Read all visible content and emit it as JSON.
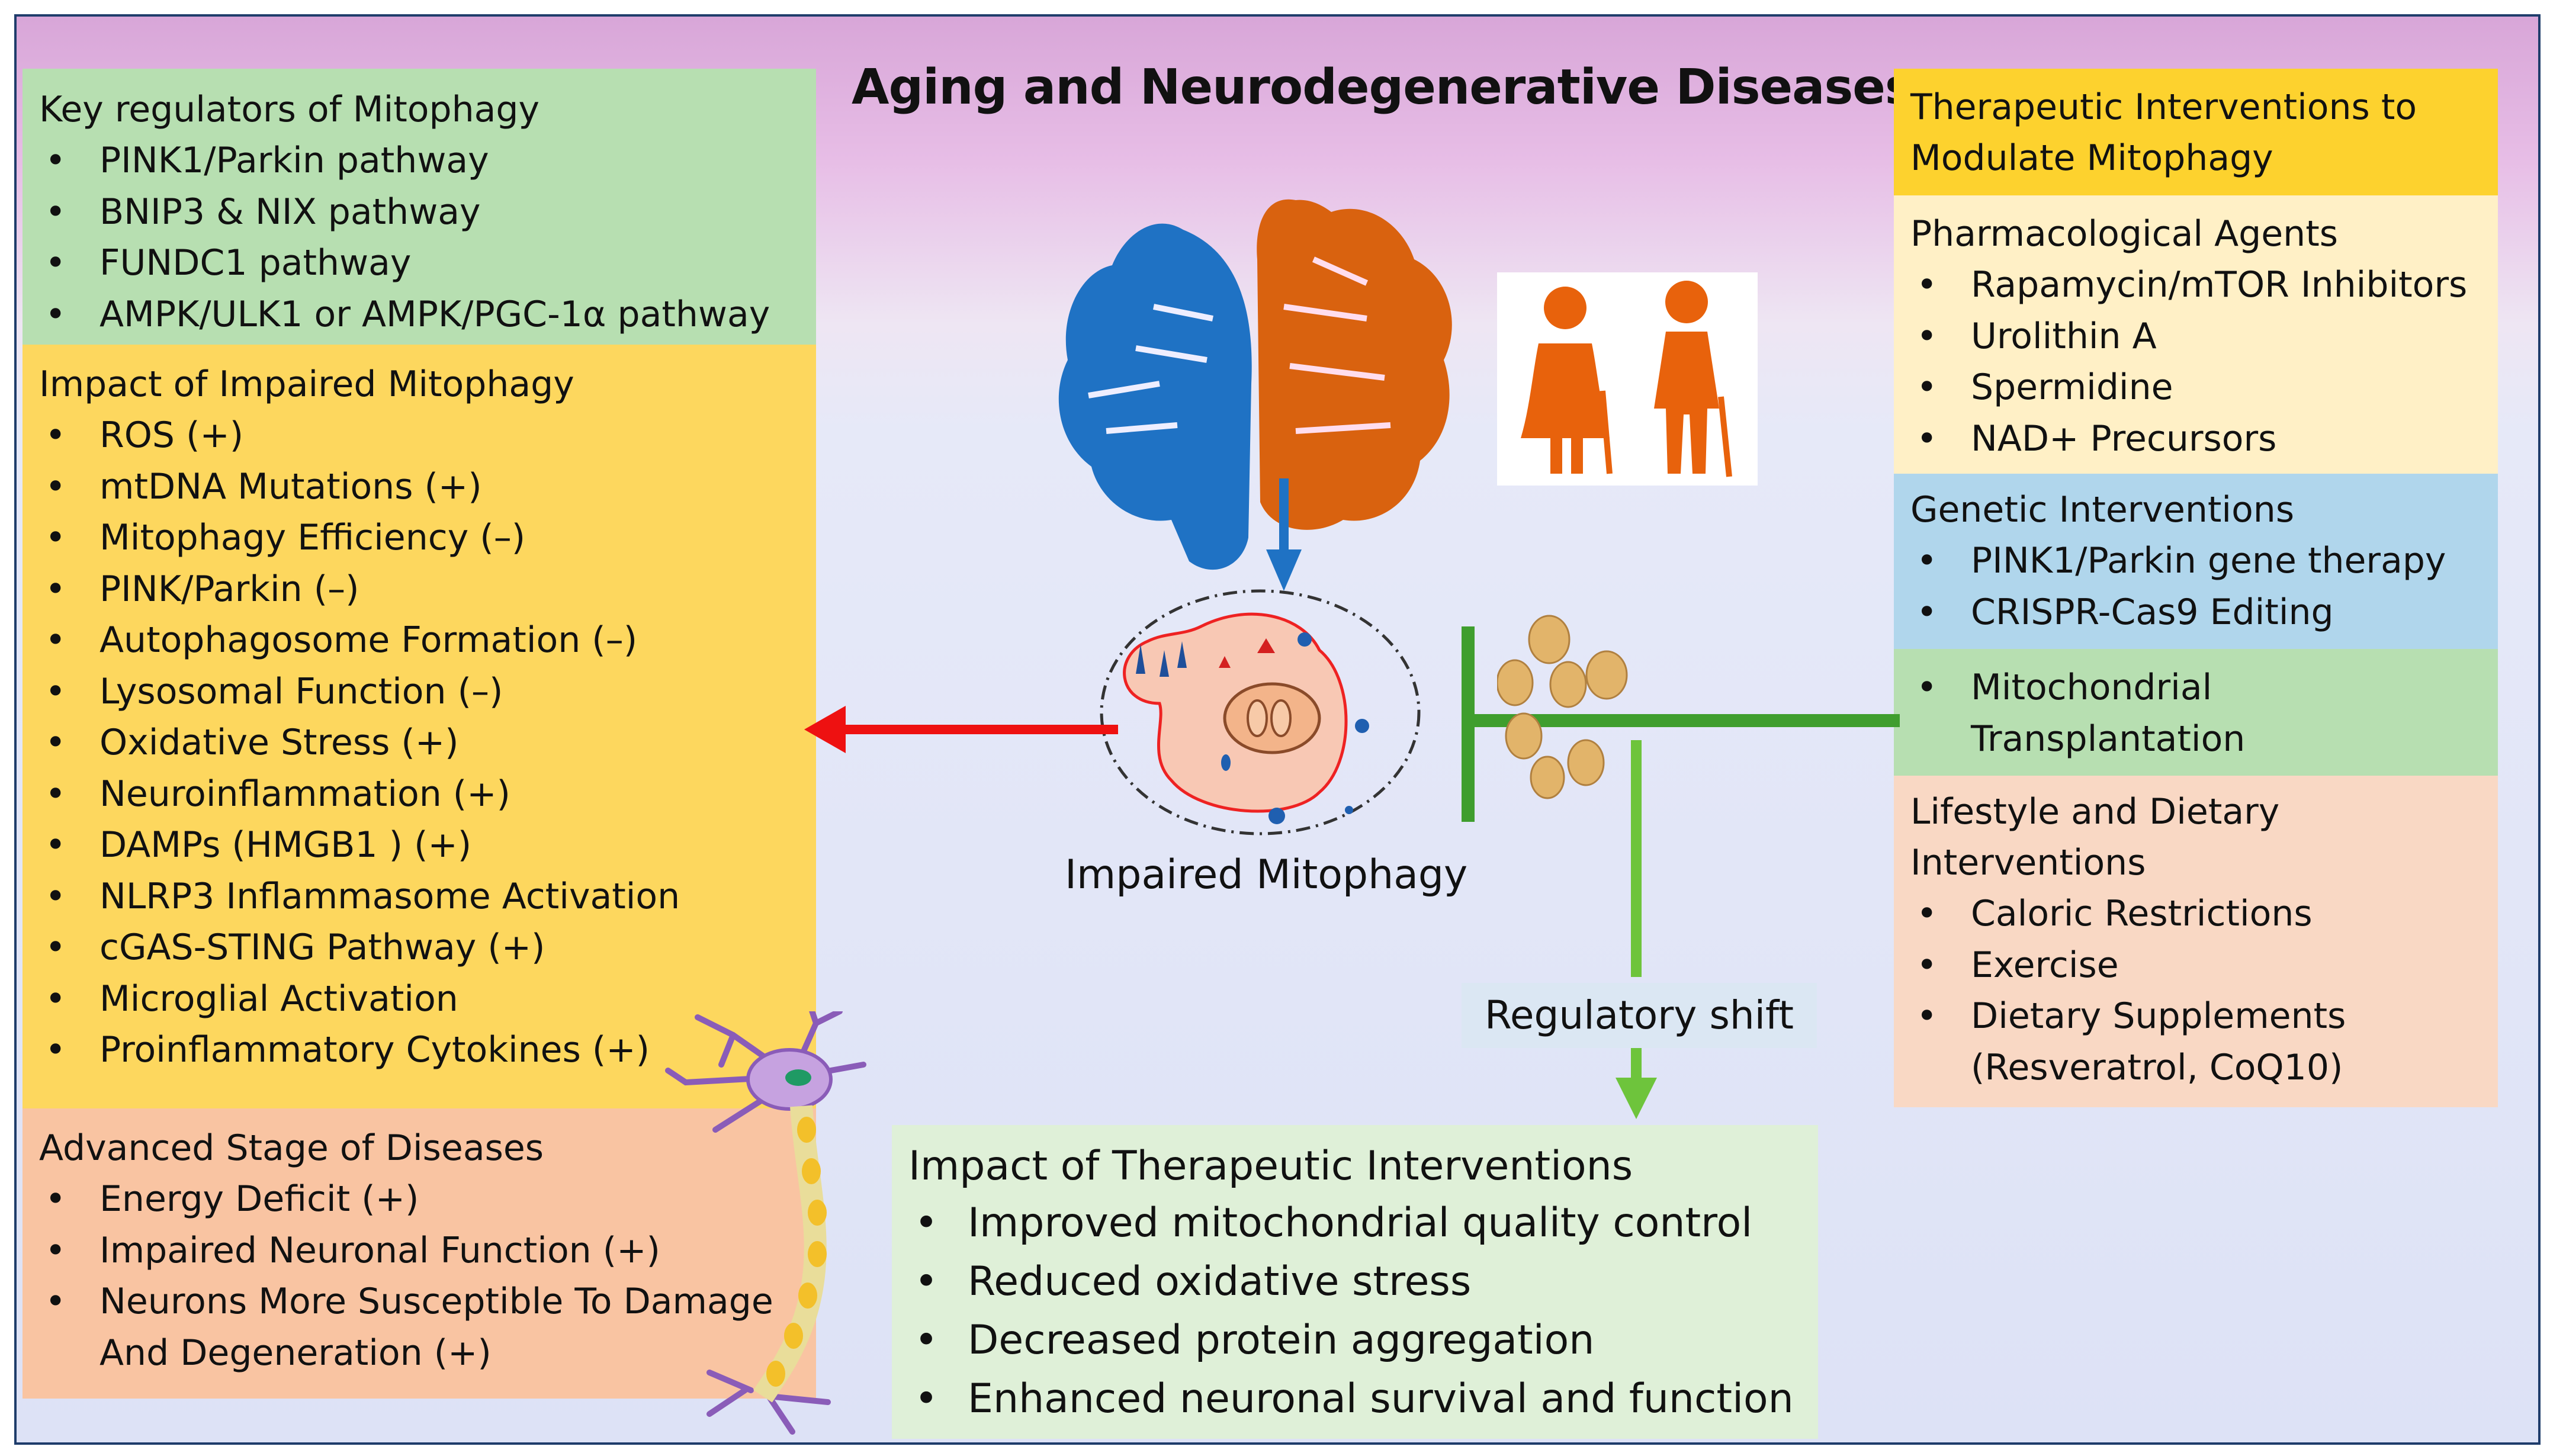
{
  "title": "Aging and Neurodegenerative Diseases",
  "key_regulators": {
    "heading": "Key regulators of Mitophagy",
    "items": [
      "PINK1/Parkin pathway",
      "BNIP3 & NIX pathway",
      "FUNDC1 pathway",
      "AMPK/ULK1 or AMPK/PGC-1α pathway"
    ]
  },
  "impaired_impact": {
    "heading": "Impact of Impaired Mitophagy",
    "items": [
      "ROS (+)",
      "mtDNA Mutations (+)",
      "Mitophagy Efficiency (–)",
      "PINK/Parkin (–)",
      "Autophagosome Formation (–)",
      "Lysosomal Function (–)",
      "Oxidative Stress (+)",
      "Neuroinflammation (+)",
      "DAMPs (HMGB1 ) (+)",
      "NLRP3 Inflammasome Activation",
      "cGAS-STING Pathway (+)",
      "Microglial Activation",
      "Proinflammatory Cytokines (+)"
    ]
  },
  "advanced_stage": {
    "heading": "Advanced Stage of Diseases",
    "items": [
      "Energy Deficit (+)",
      "Impaired Neuronal Function (+)",
      "Neurons More Susceptible To Damage And Degeneration (+)"
    ]
  },
  "center": {
    "impaired_label": "Impaired Mitophagy",
    "shift_label": "Regulatory shift"
  },
  "therapeutic_impact": {
    "heading": "Impact of Therapeutic Interventions",
    "items": [
      "Improved mitochondrial quality control",
      "Reduced oxidative stress",
      "Decreased  protein aggregation",
      "Enhanced neuronal survival and function"
    ]
  },
  "therapeutic": {
    "heading_line1": "Therapeutic Interventions  to",
    "heading_line2": "Modulate Mitophagy",
    "pharma": {
      "heading": "Pharmacological Agents",
      "items": [
        "Rapamycin/mTOR Inhibitors",
        "Urolithin A",
        "Spermidine",
        "NAD+ Precursors"
      ]
    },
    "genetic": {
      "heading": "Genetic Interventions",
      "items": [
        "PINK1/Parkin gene  therapy",
        "CRISPR-Cas9 Editing"
      ]
    },
    "transplant": {
      "line1": "Mitochondrial",
      "line2": "Transplantation"
    },
    "lifestyle": {
      "heading_line1": "Lifestyle and Dietary",
      "heading_line2": "Interventions",
      "items": [
        "Caloric Restrictions",
        "Exercise",
        "Dietary Supplements"
      ],
      "supplements_detail": "(Resveratrol,  CoQ10)"
    }
  },
  "colors": {
    "green_box": "#b7dfb1",
    "yellow_box": "#fdd75e",
    "salmon_box": "#f9c4a2",
    "blue_box": "#b0d6ec",
    "light_yellow_box": "#fff0c6",
    "light_green_box": "#dff0d8",
    "brain_left": "#1f72c4",
    "brain_right": "#d9620f",
    "arrow_red": "#ee1111",
    "arrow_green": "#6ec43c",
    "inhibit_green": "#3f9e2e"
  },
  "icons": [
    "brain-icon",
    "elderly-couple-icon",
    "impaired-cell-icon",
    "mitochondria-icon",
    "neuron-icon"
  ]
}
